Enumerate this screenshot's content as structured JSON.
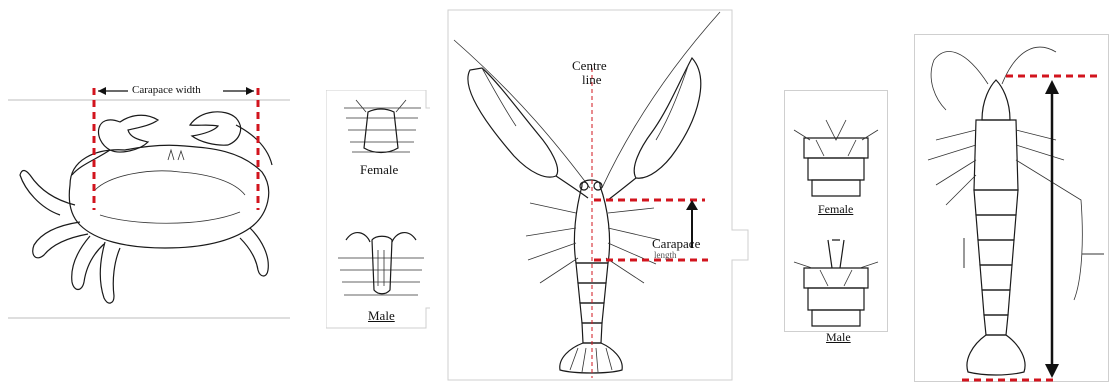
{
  "crab": {
    "carapace_width_label": "Carapace width"
  },
  "crab_sex": {
    "female_label": "Female",
    "male_label": "Male"
  },
  "lobster": {
    "centre_line_label_1": "Centre",
    "centre_line_label_2": "line",
    "carapace_length_label_1": "Carapace",
    "carapace_length_label_2": "length"
  },
  "lobster_sex": {
    "female_label": "Female",
    "male_label": "Male"
  },
  "colors": {
    "measure_line": "#d2141e",
    "ink": "#1a1a1a"
  }
}
